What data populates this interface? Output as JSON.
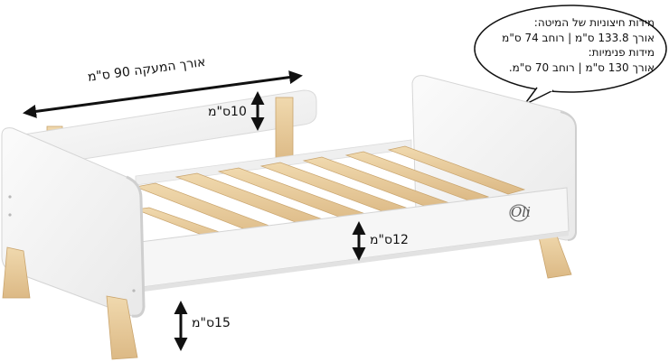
{
  "callout": {
    "lines": [
      "מידות חיצוניות של המיטה:",
      "אורך 133.8 ס\"מ | רוחב 74 ס\"מ",
      "מידות פנימיות:",
      "אורך 130 ס\"מ | רוחב 70 ס\"מ."
    ]
  },
  "dimensions": {
    "length": "אורך המעקה 90 ס\"מ",
    "rail_height": "10ס\"מ",
    "side_height": "12ס\"מ",
    "leg_height": "15ס\"מ"
  },
  "brand": {
    "logo_text": "Oli"
  },
  "colors": {
    "panel": "#f4f4f4",
    "panel_edge": "#d9d9d9",
    "wood": "#e9cfa2",
    "wood_edge": "#c9a46d",
    "arrow": "#111111"
  }
}
